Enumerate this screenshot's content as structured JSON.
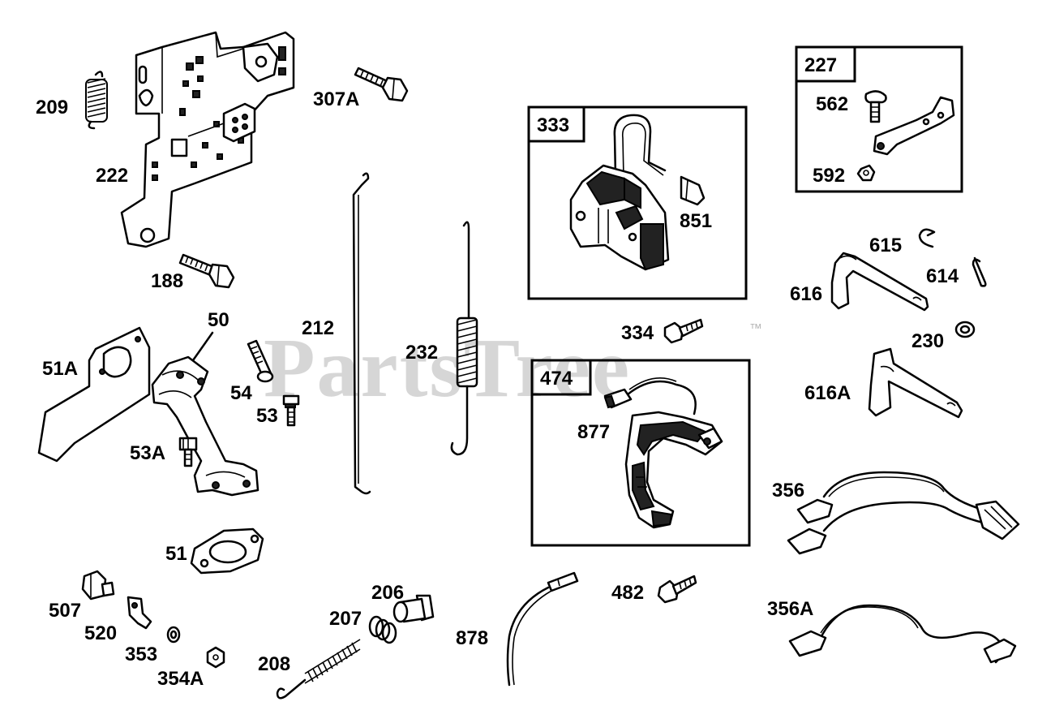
{
  "watermark": {
    "text": "PartsTree",
    "trademark": "™"
  },
  "boxes": [
    {
      "id": "333",
      "label": "333"
    },
    {
      "id": "227",
      "label": "227"
    },
    {
      "id": "474",
      "label": "474"
    }
  ],
  "labels": {
    "p209": "209",
    "p222": "222",
    "p307A": "307A",
    "p188": "188",
    "p50": "50",
    "p51A": "51A",
    "p54": "54",
    "p53": "53",
    "p53A": "53A",
    "p51": "51",
    "p212": "212",
    "p232": "232",
    "p851": "851",
    "p562": "562",
    "p592": "592",
    "p615": "615",
    "p614": "614",
    "p616": "616",
    "p334": "334",
    "p230": "230",
    "p616A": "616A",
    "p877": "877",
    "p356": "356",
    "p356A": "356A",
    "p482": "482",
    "p878": "878",
    "p206": "206",
    "p207": "207",
    "p208": "208",
    "p507": "507",
    "p520": "520",
    "p353": "353",
    "p354A": "354A"
  }
}
